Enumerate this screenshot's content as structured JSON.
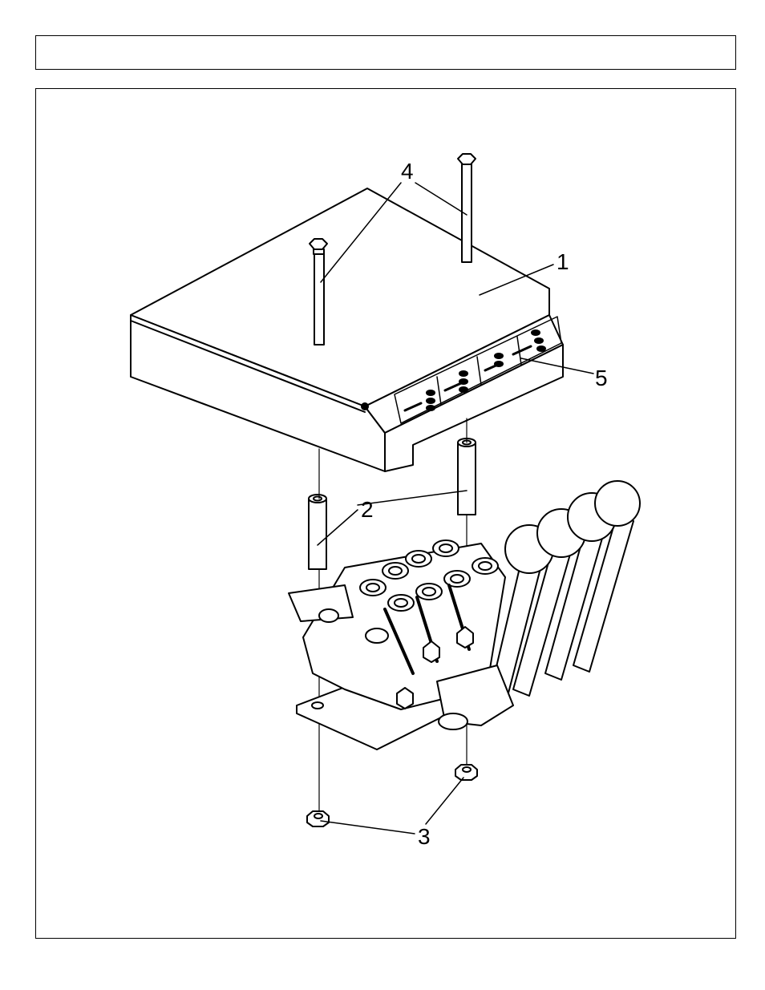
{
  "header": {
    "title": ""
  },
  "diagram": {
    "callouts": [
      {
        "id": "1",
        "label": "1"
      },
      {
        "id": "2",
        "label": "2"
      },
      {
        "id": "3",
        "label": "3"
      },
      {
        "id": "4",
        "label": "4"
      },
      {
        "id": "5",
        "label": "5"
      }
    ]
  }
}
